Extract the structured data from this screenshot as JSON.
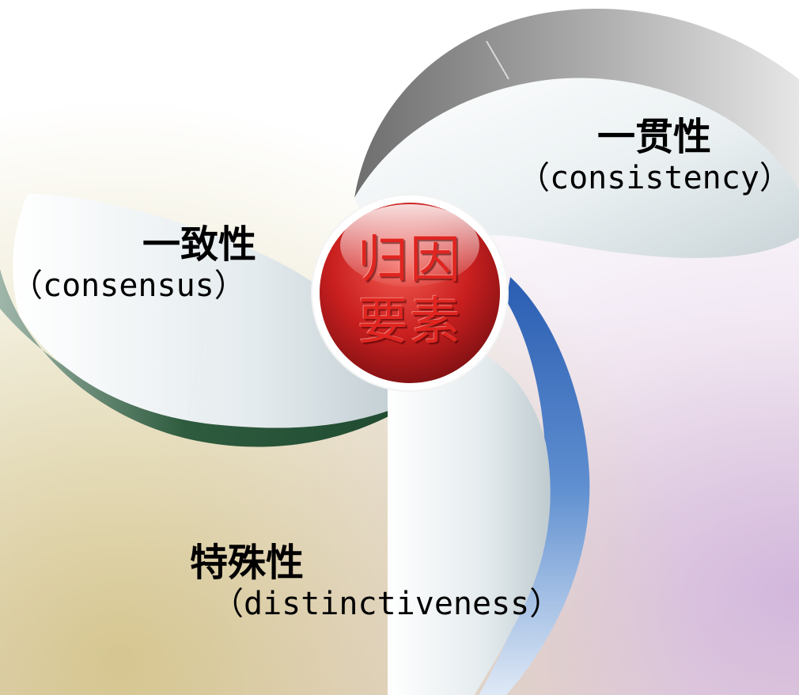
{
  "diagram": {
    "center": {
      "line1": "归因",
      "line2": "要素",
      "fill_color": "#c91f1f"
    },
    "segments": [
      {
        "id": "consistency",
        "cn": "一贯性",
        "en": "（consistency）",
        "rim_color": "#8c8c8c"
      },
      {
        "id": "consensus",
        "cn": "一致性",
        "en": "（consensus）",
        "rim_color": "#2e5b3e"
      },
      {
        "id": "distinctiveness",
        "cn": "特殊性",
        "en": "（distinctiveness）",
        "rim_color": "#2f62b4"
      }
    ]
  }
}
